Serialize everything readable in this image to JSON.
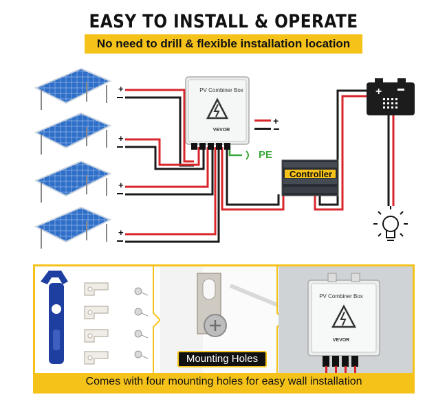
{
  "header": {
    "title": "EASY TO INSTALL & OPERATE",
    "subtitle": "No need to drill & flexible installation location"
  },
  "diagram": {
    "combiner_box_title": "PV Combiner Box",
    "brand": "VEVOR",
    "pe_label": "PE",
    "controller_label": "Controller",
    "plus": "+",
    "minus": "−"
  },
  "bottom": {
    "mounting_label": "Mounting Holes",
    "caption": "Comes with four mounting holes for easy wall installation",
    "box_title": "PV Combiner Box",
    "brand": "VEVOR"
  },
  "colors": {
    "accent_yellow": "#f5c21a",
    "wire_red": "#d8262b",
    "wire_black": "#1a1a1a",
    "pe_green": "#3aa83a",
    "panel_blue": "#2f6fc8",
    "wrench_blue": "#1f3fa0"
  }
}
